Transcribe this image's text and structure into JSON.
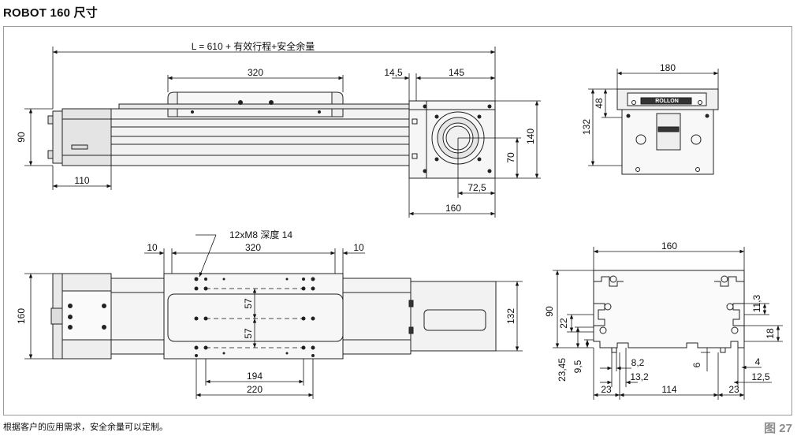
{
  "title": "ROBOT 160 尺寸",
  "footnote": "根据客户的应用需求，安全余量可以定制。",
  "figure_label": "图 27",
  "dims": {
    "overall_length": "L = 610 + 有效行程+安全余量",
    "carriage_length_top": "320",
    "offset_14_5": "14,5",
    "motor_width_145": "145",
    "height_90": "90",
    "length_110": "110",
    "motor_height_140": "140",
    "center_70": "70",
    "center_72_5": "72,5",
    "motor_width_160": "160",
    "front_width_180": "180",
    "front_48": "48",
    "front_132": "132",
    "hole_spec": "12xM8 深度 14",
    "gap_10_left": "10",
    "carriage_length_bottom": "320",
    "gap_10_right": "10",
    "hole_57_upper": "57",
    "hole_57_lower": "57",
    "hole_194": "194",
    "carriage_220": "220",
    "width_160_left": "160",
    "width_132_right": "132",
    "profile_160": "160",
    "profile_90": "90",
    "profile_22": "22",
    "profile_11_3": "11,3",
    "profile_18": "18",
    "profile_23_45": "23,45",
    "profile_9_5": "9,5",
    "profile_8_2": "8,2",
    "profile_13_2": "13,2",
    "profile_6": "6",
    "profile_4": "4",
    "profile_12_5": "12,5",
    "profile_23_left": "23",
    "profile_114": "114",
    "profile_23_right": "23"
  },
  "logo_text": "ROLLON"
}
